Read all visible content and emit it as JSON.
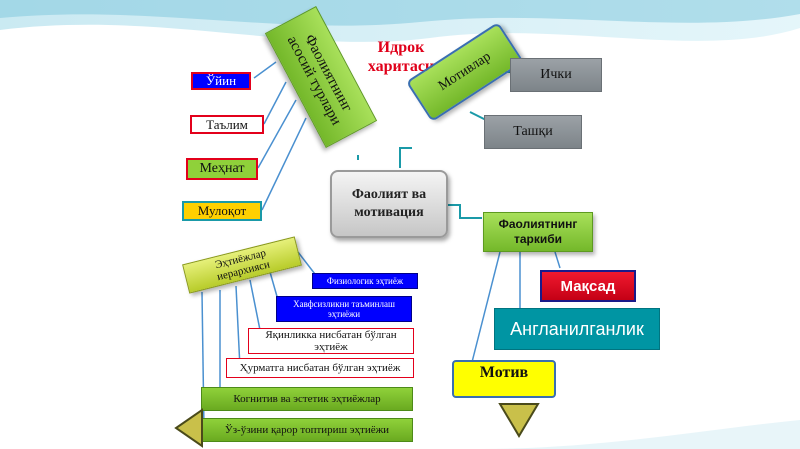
{
  "title": "Идрок харитаси",
  "center": "Фаолият ва мотивация",
  "activity_types": {
    "header": "Фаолиятнинг асосий турлари",
    "items": [
      "Ўйин",
      "Таълим",
      "Меҳнат",
      "Мулоқот"
    ]
  },
  "motives": {
    "header": "Мотивлар",
    "items": [
      "Ички",
      "Ташқи"
    ]
  },
  "structure": {
    "header": "Фаолиятнинг таркиби",
    "items": [
      "Мақсад",
      "Англанилганлик",
      "Мотив"
    ]
  },
  "needs": {
    "header": "Эҳтиёжлар иерархияси",
    "items": [
      "Физиологик эҳтиёж",
      "Хавфсизликни таъминлаш эҳтиёжи",
      "Яқинликка нисбатан бўлган эҳтиёж",
      "Ҳурматга нисбатан бўлган эҳтиёж",
      "Когнитив ва эстетик эҳтиёжлар",
      "Ўз-ўзини қарор топтириш эҳтиёжи"
    ]
  },
  "nav": {
    "prev_icon": "triangle-left-icon",
    "next_icon": "triangle-down-icon"
  },
  "colors": {
    "green": "#8fd13a",
    "gray": "#8c9399",
    "red": "#e3001b",
    "blue": "#0000ff",
    "yellow": "#ffff00",
    "teal": "#0095a3"
  }
}
